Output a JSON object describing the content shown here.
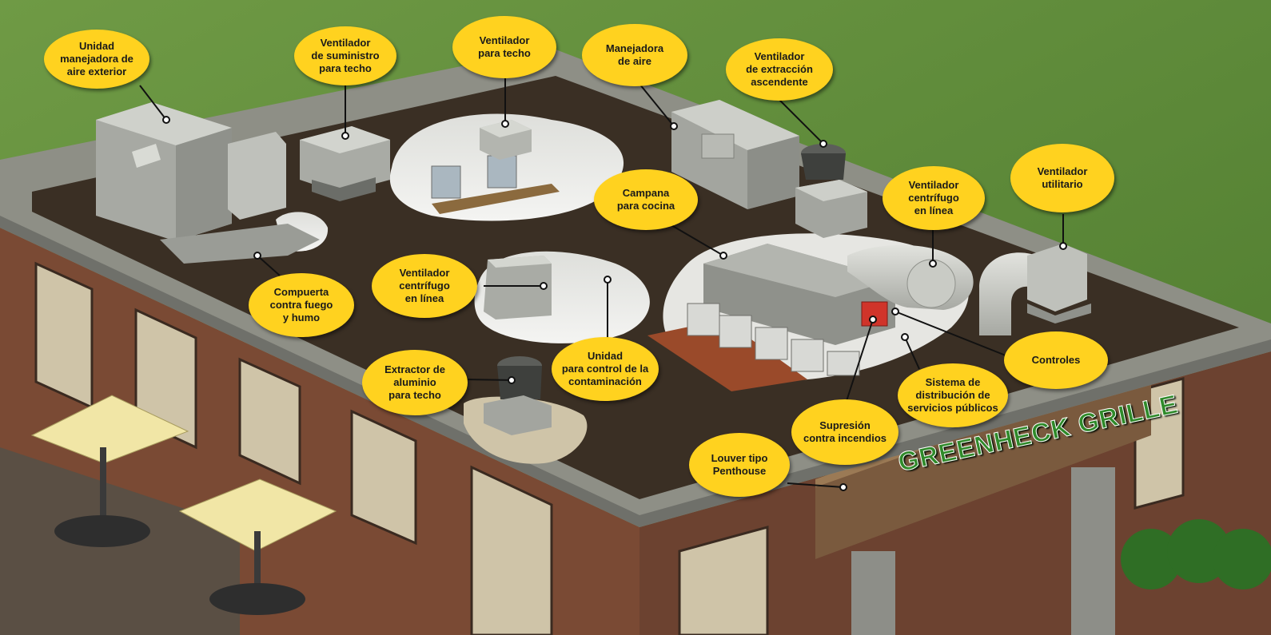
{
  "sign": {
    "text": "GREENHECK GRILLE"
  },
  "colors": {
    "grass": "#5f8a3a",
    "roof": "#3a2f24",
    "parapet": "#8e8f86",
    "brick": "#7a4a34",
    "label_fill": "#ffd21f",
    "sign_text": "#2f8a2a",
    "leader": "#111111"
  },
  "labels": {
    "exterior_air_handler": "Unidad\nmanejadora de\naire exterior",
    "supply_roof_fan": "Ventilador\nde suministro\npara techo",
    "roof_fan": "Ventilador\npara techo",
    "air_handler": "Manejadora\nde aire",
    "upblast_exhaust_fan": "Ventilador\nde extracción\nascendente",
    "kitchen_hood": "Campana\npara cocina",
    "inline_centrifugal_fan_right": "Ventilador\ncentrífugo\nen línea",
    "utility_fan": "Ventilador\nutilitario",
    "fire_smoke_damper": "Compuerta\ncontra fuego\ny humo",
    "inline_centrifugal_fan_left": "Ventilador\ncentrífugo\nen línea",
    "aluminum_roof_exhaust": "Extractor de\naluminio\npara techo",
    "pollution_control_unit": "Unidad\npara control de la\ncontaminación",
    "controls": "Controles",
    "utility_distribution_system": "Sistema de\ndistribución de\nservicios públicos",
    "fire_suppression": "Supresión\ncontra incendios",
    "penthouse_louver": "Louver tipo\nPenthouse"
  }
}
